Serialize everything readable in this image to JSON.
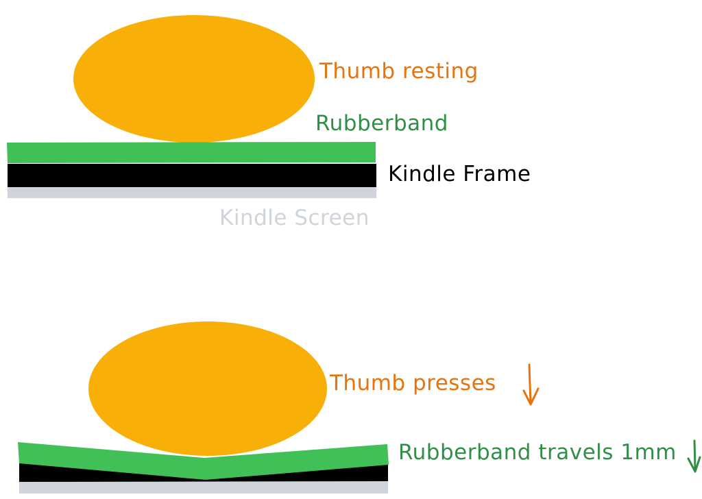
{
  "colors": {
    "thumb": "#f8b008",
    "rubberband": "#40c057",
    "frame": "#000000",
    "screen": "#ced4da",
    "thumb_label": "#e8730c",
    "rubberband_label": "#2f8f46",
    "frame_label": "#000000",
    "screen_label": "#ced4da"
  },
  "panel_resting": {
    "thumb_label": "Thumb resting",
    "rubberband_label": "Rubberband",
    "frame_label": "Kindle Frame",
    "screen_label": "Kindle Screen"
  },
  "panel_pressed": {
    "thumb_label": "Thumb presses",
    "rubberband_label": "Rubberband travels 1mm",
    "thumb_arrow_icon": "arrow-down-icon",
    "rubberband_arrow_icon": "arrow-down-icon"
  }
}
